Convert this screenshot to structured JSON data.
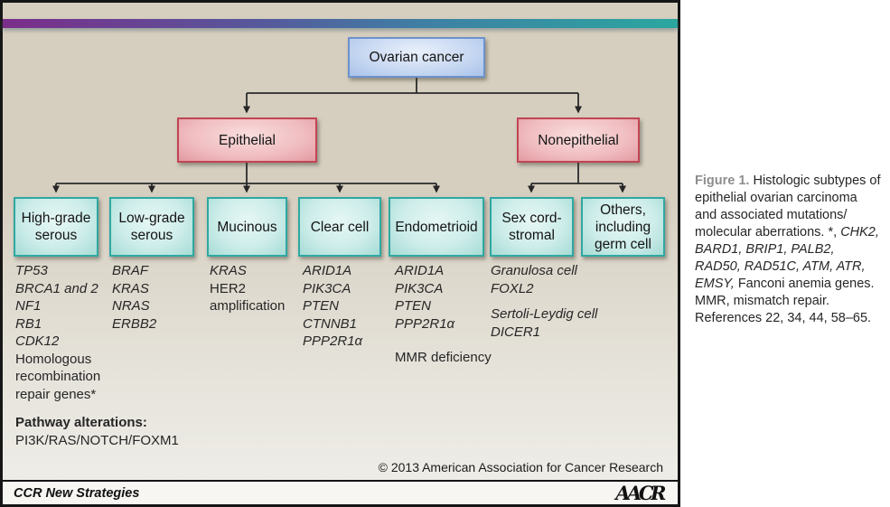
{
  "colors": {
    "teal_border": "#2fa8a2",
    "pink_border": "#c14553",
    "blue_border": "#6d92cb",
    "bar_left": "#7b2d8b",
    "bar_right": "#2aa79f",
    "bg_beige_top": "#d6cfc0",
    "fig_gray": "#8d8d8d"
  },
  "figure": {
    "tree": {
      "root": "Ovarian cancer",
      "branch_epithelial": "Epithelial",
      "branch_nonepithelial": "Nonepithelial",
      "subtypes": [
        "High-grade\nserous",
        "Low-grade\nserous",
        "Mucinous",
        "Clear cell",
        "Endometrioid",
        "Sex cord-\nstromal",
        "Others,\nincluding\ngerm cell"
      ]
    },
    "gene_columns": {
      "high_grade_serous": [
        {
          "t": "TP53",
          "c": "i"
        },
        {
          "t": "BRCA1 and 2",
          "c": "i"
        },
        {
          "t": "NF1",
          "c": "i"
        },
        {
          "t": "RB1",
          "c": "i"
        },
        {
          "t": "CDK12",
          "c": "i"
        },
        {
          "t": "Homologous"
        },
        {
          "t": "recombination"
        },
        {
          "t": "repair genes*"
        }
      ],
      "low_grade_serous": [
        {
          "t": "BRAF",
          "c": "i"
        },
        {
          "t": "KRAS",
          "c": "i"
        },
        {
          "t": "NRAS",
          "c": "i"
        },
        {
          "t": "ERBB2",
          "c": "i"
        }
      ],
      "mucinous": [
        {
          "t": "KRAS",
          "c": "i"
        },
        {
          "t": "HER2"
        },
        {
          "t": "amplification"
        }
      ],
      "clear_cell": [
        {
          "t": "ARID1A",
          "c": "i"
        },
        {
          "t": "PIK3CA",
          "c": "i"
        },
        {
          "t": "PTEN",
          "c": "i"
        },
        {
          "t": "CTNNB1",
          "c": "i"
        },
        {
          "t": "PPP2R1α",
          "c": "i"
        }
      ],
      "endometrioid": [
        {
          "t": "ARID1A",
          "c": "i"
        },
        {
          "t": "PIK3CA",
          "c": "i"
        },
        {
          "t": "PTEN",
          "c": "i"
        },
        {
          "t": "PPP2R1α",
          "c": "i"
        }
      ],
      "sex_cord_stromal": [
        {
          "t": "Granulosa cell",
          "c": "i"
        },
        {
          "t": "FOXL2",
          "c": "i"
        },
        {
          "t": "Sertoli-Leydig cell",
          "c": "i gap"
        },
        {
          "t": "DICER1",
          "c": "i"
        }
      ]
    },
    "mmr_note": "MMR deficiency",
    "pathway": {
      "title": "Pathway alterations:",
      "value": "PI3K/RAS/NOTCH/FOXM1"
    },
    "copyright": "© 2013 American Association for Cancer Research",
    "footer": {
      "journal": "CCR New Strategies",
      "logo": "AACR"
    }
  },
  "caption": {
    "lines": [
      [
        {
          "t": "Figure 1.",
          "c": "fig"
        },
        {
          "t": "  Histologic subtypes of"
        }
      ],
      [
        {
          "t": "epithelial ovarian carcinoma"
        }
      ],
      [
        {
          "t": "and associated mutations/"
        }
      ],
      [
        {
          "t": "molecular aberrations. *, "
        },
        {
          "t": "CHK2,",
          "c": "i"
        }
      ],
      [
        {
          "t": "BARD1, BRIP1, PALB2,",
          "c": "i"
        }
      ],
      [
        {
          "t": "RAD50, RAD51C, ATM, ATR,",
          "c": "i"
        }
      ],
      [
        {
          "t": "EMSY,",
          "c": "i"
        },
        {
          "t": " Fanconi anemia genes."
        }
      ],
      [
        {
          "t": "MMR, mismatch repair."
        }
      ],
      [
        {
          "t": "References 22, 34, 44, 58–65."
        }
      ]
    ]
  }
}
